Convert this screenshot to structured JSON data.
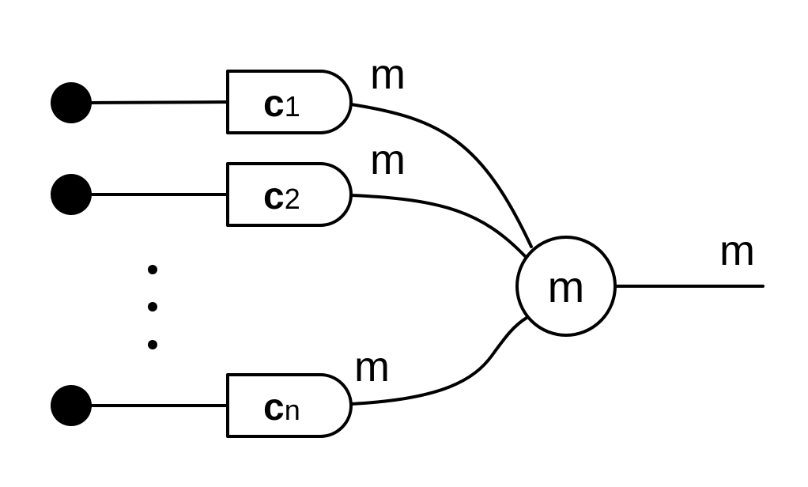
{
  "gates": [
    {
      "name": "c",
      "sub": "1",
      "wire_label": "m"
    },
    {
      "name": "c",
      "sub": "2",
      "wire_label": "m"
    },
    {
      "name": "c",
      "sub": "n",
      "wire_label": "m"
    }
  ],
  "hub": {
    "label": "m"
  },
  "output": {
    "wire_label": "m"
  },
  "ellipsis": "⋮"
}
